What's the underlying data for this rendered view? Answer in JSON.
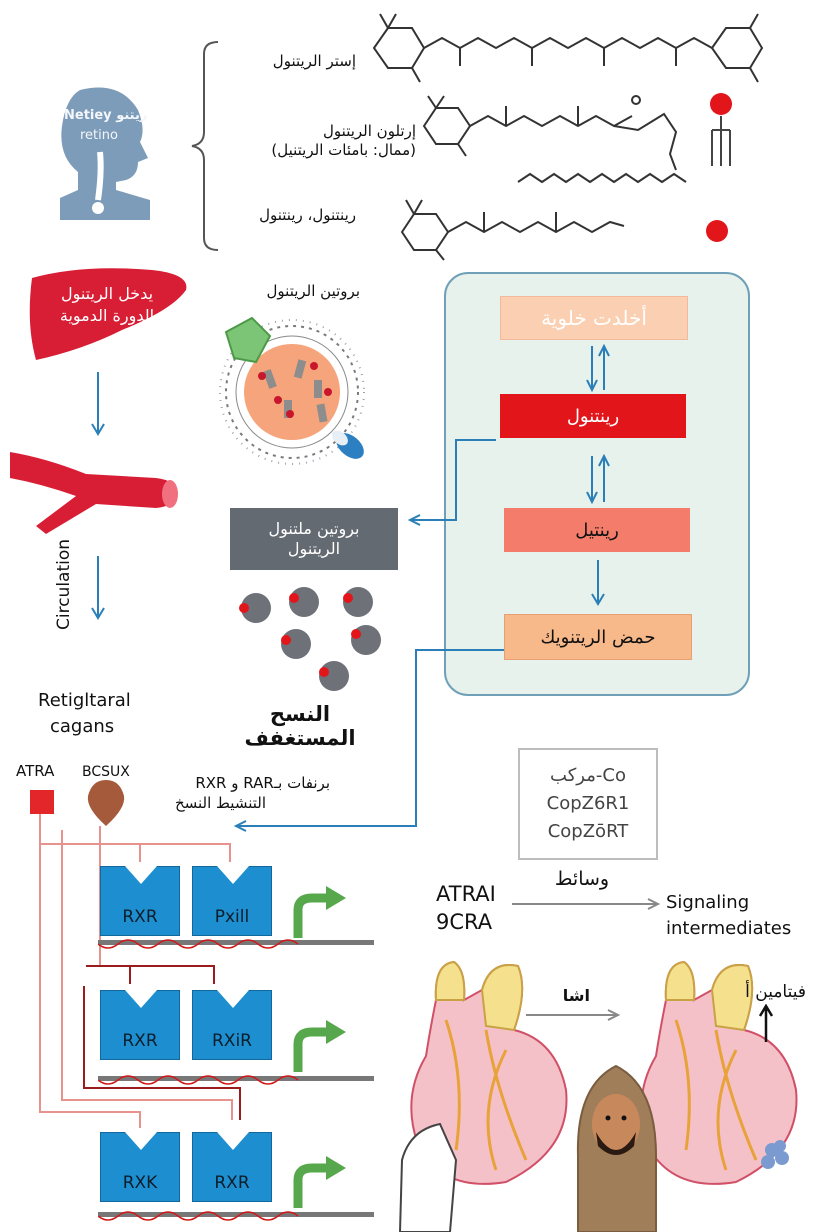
{
  "sources": {
    "items": [
      {
        "label": "إستر الريتنول"
      },
      {
        "label": "إرتلون الريتنول\n(ممال: بامئات الريتنيل)"
      },
      {
        "label": "رينتنول، رينتنول"
      }
    ],
    "head_text_line1": "Netiey ريتنو",
    "head_text_line2": "retino"
  },
  "liver": {
    "line1": "يدخل الريتنول",
    "line2": "الدورة الدموية"
  },
  "circulation_label": "Circulation",
  "lipoprotein_label": "بروتين الريتنول",
  "rbp_box": {
    "line1": "بروتين ملتنول",
    "line2": "الريتنول"
  },
  "tissue_label": "النسح المستغفف",
  "cell_panel": {
    "stores": "أخلدت خلوية",
    "retinol": "رينتنول",
    "retinal": "رينتيل",
    "retinoic_acid": "حمض الريتنويك"
  },
  "retinoid_label": {
    "line1": "Retigltaral",
    "line2": "cagans"
  },
  "atra_label": "ATRA",
  "bcsux_label": "BCSUX",
  "transcription_label": {
    "line1": "برنفات بـRAR و RXR",
    "line2": "التنشيط النسخ"
  },
  "receptors": [
    {
      "left": "RXR",
      "right": "Pxill"
    },
    {
      "left": "RXR",
      "right": "RXiR"
    },
    {
      "left": "RXK",
      "right": "RXR"
    }
  ],
  "ligand_box": {
    "lines": [
      "مركب-Co",
      "CopZ6R1",
      "CopZōRT"
    ]
  },
  "mediators_label": "وسائط",
  "atra_9cra": {
    "line1": "ATRAI",
    "line2": "9CRA"
  },
  "signaling_label": {
    "line1": "Signaling",
    "line2": "intermediates"
  },
  "heart_arrow_label": "اشا",
  "vitamin_label": "فيتامين أ",
  "colors": {
    "retinol_red": "#e2161a",
    "retinal_salmon": "#f47c6a",
    "stores_peach": "#fbd0b2",
    "acid_orange": "#f8b98a",
    "receptor_blue": "#1d8fd0",
    "arrow_blue": "#2a7fb8",
    "panel_green": "#e7f2ec"
  }
}
